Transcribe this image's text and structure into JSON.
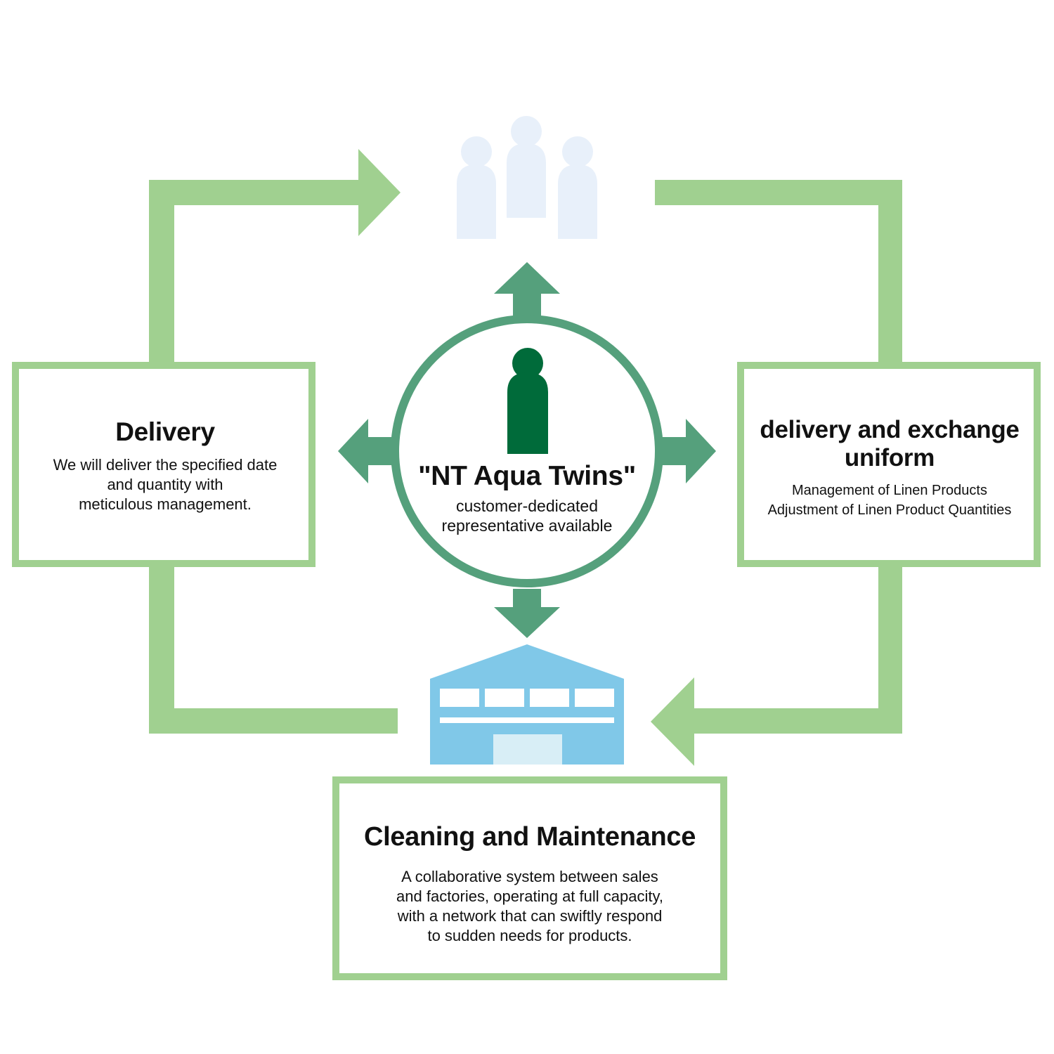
{
  "colors": {
    "flow_arrow": "#a0d090",
    "center_green": "#55a07c",
    "rep_figure": "#006b3a",
    "customers": "#e8f0fa",
    "factory_body": "#80c8e8",
    "factory_door": "#d8eef6",
    "box_border": "#a0d090",
    "text": "#111111"
  },
  "icons": {
    "customers": "customers-group-icon",
    "representative": "person-icon",
    "factory": "factory-icon"
  },
  "nodes": {
    "delivery": {
      "title": "Delivery",
      "description": "We will deliver the specified date\nand quantity with\nmeticulous management."
    },
    "exchange": {
      "title": "delivery and exchange\nuniform",
      "description": "Management of Linen Products\nAdjustment of Linen Product Quantities"
    },
    "cleaning": {
      "title": "Cleaning and Maintenance",
      "description": "A collaborative system between sales\nand factories, operating at full capacity,\nwith a network that can swiftly respond\nto sudden needs for products."
    },
    "center": {
      "title": "\"NT Aqua Twins\"",
      "description": "customer-dedicated\nrepresentative available"
    }
  }
}
